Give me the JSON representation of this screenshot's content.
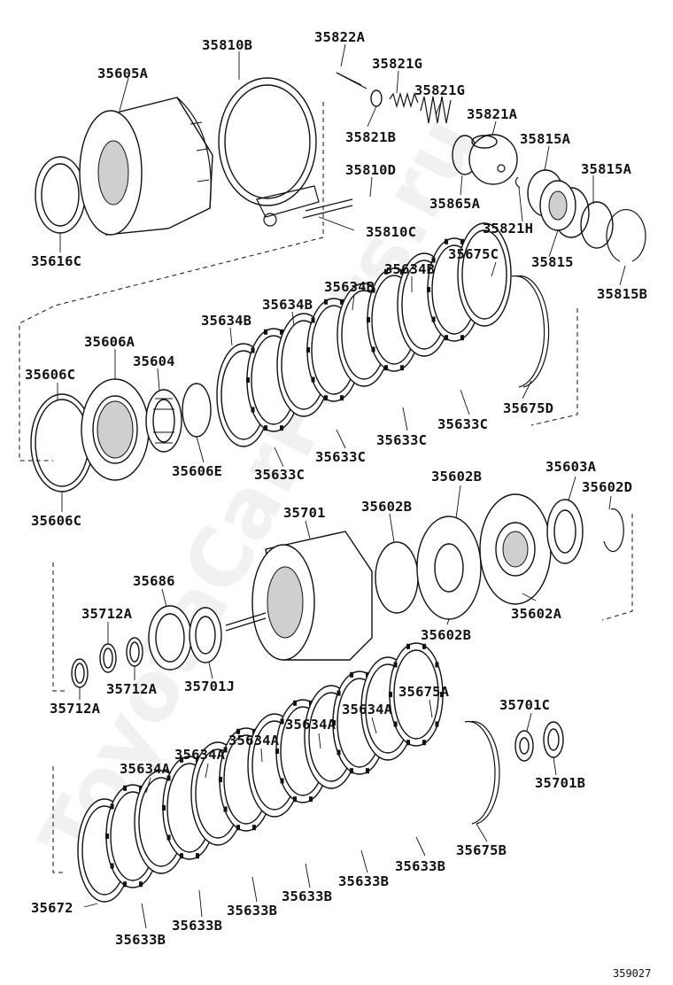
{
  "watermark": "ToyotaCarParts.ru",
  "figure_number": "359027",
  "labels": [
    {
      "id": "l1",
      "text": "35605A"
    },
    {
      "id": "l2",
      "text": "35810B"
    },
    {
      "id": "l3",
      "text": "35822A"
    },
    {
      "id": "l4",
      "text": "35821G"
    },
    {
      "id": "l5",
      "text": "35821G"
    },
    {
      "id": "l6",
      "text": "35821A"
    },
    {
      "id": "l7",
      "text": "35821B"
    },
    {
      "id": "l8",
      "text": "35815A"
    },
    {
      "id": "l9",
      "text": "35810D"
    },
    {
      "id": "l10",
      "text": "35815A"
    },
    {
      "id": "l11",
      "text": "35865A"
    },
    {
      "id": "l12",
      "text": "35821H"
    },
    {
      "id": "l13",
      "text": "35810C"
    },
    {
      "id": "l14",
      "text": "35616C"
    },
    {
      "id": "l15",
      "text": "35675C"
    },
    {
      "id": "l16",
      "text": "35815"
    },
    {
      "id": "l17",
      "text": "35634B"
    },
    {
      "id": "l18",
      "text": "35815B"
    },
    {
      "id": "l19",
      "text": "35634B"
    },
    {
      "id": "l20",
      "text": "35634B"
    },
    {
      "id": "l21",
      "text": "35634B"
    },
    {
      "id": "l22",
      "text": "35606A"
    },
    {
      "id": "l23",
      "text": "35604"
    },
    {
      "id": "l24",
      "text": "35606C"
    },
    {
      "id": "l25",
      "text": "35675D"
    },
    {
      "id": "l26",
      "text": "35633C"
    },
    {
      "id": "l27",
      "text": "35633C"
    },
    {
      "id": "l28",
      "text": "35633C"
    },
    {
      "id": "l29",
      "text": "35606E"
    },
    {
      "id": "l30",
      "text": "35633C"
    },
    {
      "id": "l31",
      "text": "35603A"
    },
    {
      "id": "l32",
      "text": "35602B"
    },
    {
      "id": "l33",
      "text": "35602D"
    },
    {
      "id": "l34",
      "text": "35606C"
    },
    {
      "id": "l35",
      "text": "35701"
    },
    {
      "id": "l36",
      "text": "35602B"
    },
    {
      "id": "l37",
      "text": "35686"
    },
    {
      "id": "l38",
      "text": "35712A"
    },
    {
      "id": "l39",
      "text": "35602A"
    },
    {
      "id": "l40",
      "text": "35602B"
    },
    {
      "id": "l41",
      "text": "35712A"
    },
    {
      "id": "l42",
      "text": "35701J"
    },
    {
      "id": "l43",
      "text": "35712A"
    },
    {
      "id": "l44",
      "text": "35675A"
    },
    {
      "id": "l45",
      "text": "35701C"
    },
    {
      "id": "l46",
      "text": "35634A"
    },
    {
      "id": "l47",
      "text": "35634A"
    },
    {
      "id": "l48",
      "text": "35634A"
    },
    {
      "id": "l49",
      "text": "35634A"
    },
    {
      "id": "l50",
      "text": "35634A"
    },
    {
      "id": "l51",
      "text": "35701B"
    },
    {
      "id": "l52",
      "text": "35675B"
    },
    {
      "id": "l53",
      "text": "35633B"
    },
    {
      "id": "l54",
      "text": "35633B"
    },
    {
      "id": "l55",
      "text": "35633B"
    },
    {
      "id": "l56",
      "text": "35633B"
    },
    {
      "id": "l57",
      "text": "35672"
    },
    {
      "id": "l58",
      "text": "35633B"
    },
    {
      "id": "l59",
      "text": "35633B"
    }
  ]
}
